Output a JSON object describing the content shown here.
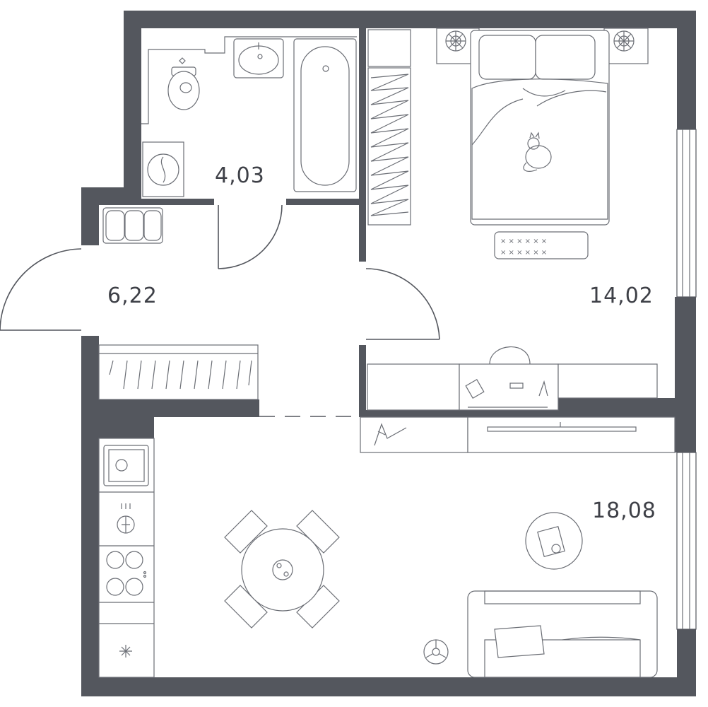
{
  "rooms": [
    {
      "id": "bathroom",
      "area": "4,03"
    },
    {
      "id": "hallway",
      "area": "6,22"
    },
    {
      "id": "bedroom",
      "area": "14,02"
    },
    {
      "id": "living_kitchen",
      "area": "18,08"
    }
  ],
  "colors": {
    "wall": "#54575e",
    "line": "#6b6e75",
    "text": "#3e4047"
  }
}
